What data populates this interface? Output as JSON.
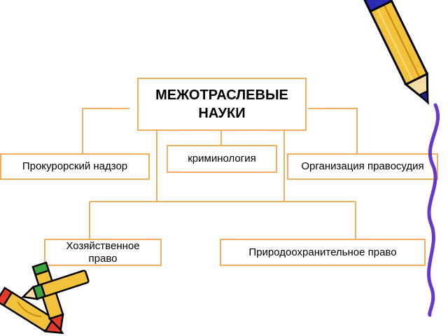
{
  "diagram": {
    "root": {
      "label_line1": "МЕЖОТРАСЛЕВЫЕ",
      "label_line2": "НАУКИ"
    },
    "nodes": {
      "prosecutor": "Прокурорский надзор",
      "criminology": "криминология",
      "justice": "Организация правосудия",
      "economic_line1": "Хозяйственное",
      "economic_line2": "право",
      "environmental": "Природоохранительное право"
    },
    "colors": {
      "connector": "#f0b060",
      "box_border": "#f0b060",
      "divider": "#6a38c9"
    }
  },
  "decorations": [
    "pencil-icon",
    "crayons-icon"
  ]
}
